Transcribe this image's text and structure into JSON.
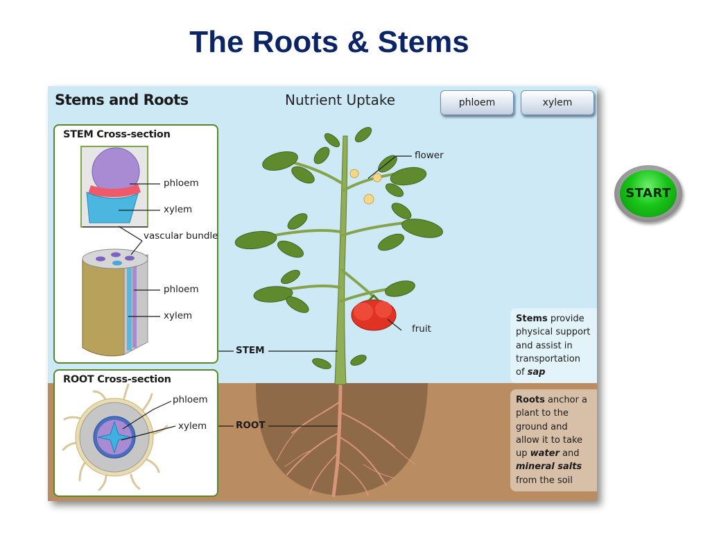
{
  "slide": {
    "title": "The Roots & Stems"
  },
  "panel": {
    "title": "Stems and Roots",
    "subtitle": "Nutrient Uptake",
    "tabs": [
      {
        "label": "phloem"
      },
      {
        "label": "xylem"
      }
    ]
  },
  "stem_section": {
    "title": "STEM Cross-section",
    "labels": {
      "phloem_top": "phloem",
      "xylem_top": "xylem",
      "vascular_bundle": "vascular bundle",
      "phloem_bottom": "phloem",
      "xylem_bottom": "xylem"
    }
  },
  "root_section": {
    "title": "ROOT Cross-section",
    "labels": {
      "phloem": "phloem",
      "xylem": "xylem"
    }
  },
  "plant_labels": {
    "flower": "flower",
    "fruit": "fruit",
    "stem": "STEM",
    "root": "ROOT"
  },
  "notes": {
    "stems": {
      "bold": "Stems",
      "line1_rest": " provide",
      "line2": "physical support",
      "line3": "and assist in",
      "line4": "transportation",
      "line5_pre": "of ",
      "line5_em": "sap"
    },
    "roots": {
      "bold": "Roots",
      "line1_rest": " anchor a",
      "line2": "plant to the",
      "line3": "ground and",
      "line4": "allow it to take",
      "line5_pre": "up ",
      "line5_em": "water",
      "line5_post": " and",
      "line6_em": "mineral salts",
      "line7": "from the soil"
    }
  },
  "start_button": {
    "label": "START"
  },
  "colors": {
    "title": "#0b2466",
    "sky": "#cde9f6",
    "soil": "#b98c61",
    "box_border": "#55882a",
    "start_green": "#19c519"
  }
}
